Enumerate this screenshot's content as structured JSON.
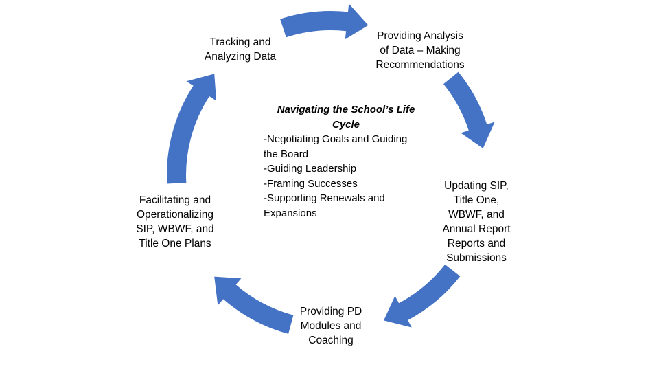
{
  "colors": {
    "arrow_fill": "#4472C4",
    "text": "#000000",
    "background": "#FFFFFF"
  },
  "center": {
    "title_lines": [
      "Navigating the School’s Life",
      "Cycle"
    ],
    "item_lines": [
      "-Negotiating Goals and Guiding",
      "the Board",
      "-Guiding Leadership",
      "-Framing Successes",
      "-Supporting Renewals and",
      "Expansions"
    ]
  },
  "nodes": {
    "tracking": {
      "lines": [
        "Tracking and",
        "Analyzing Data"
      ]
    },
    "analysis": {
      "lines": [
        "Providing Analysis",
        "of Data – Making",
        "Recommendations"
      ]
    },
    "updating": {
      "lines": [
        "Updating SIP,",
        "Title One,",
        "WBWF, and",
        "Annual Report",
        "Reports and",
        "Submissions"
      ]
    },
    "pd": {
      "lines": [
        "Providing PD",
        "Modules and",
        "Coaching"
      ]
    },
    "facilitating": {
      "lines": [
        "Facilitating and",
        "Operationalizing",
        "SIP, WBWF, and",
        "Title One Plans"
      ]
    }
  },
  "arrows": [
    {
      "name": "arrow-tracking-to-analysis",
      "icon": "curved-arrow-icon"
    },
    {
      "name": "arrow-analysis-to-updating",
      "icon": "curved-arrow-icon"
    },
    {
      "name": "arrow-updating-to-pd",
      "icon": "curved-arrow-icon"
    },
    {
      "name": "arrow-pd-to-facilitating",
      "icon": "curved-arrow-icon"
    },
    {
      "name": "arrow-facilitating-to-tracking",
      "icon": "curved-arrow-icon"
    }
  ]
}
